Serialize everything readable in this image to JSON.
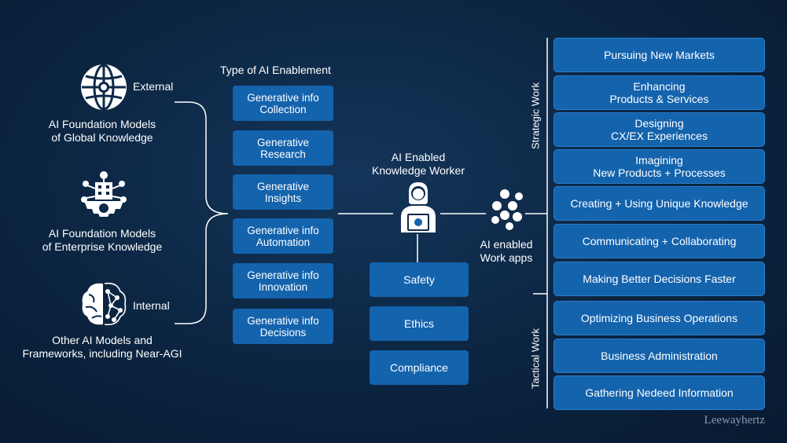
{
  "sources": [
    {
      "tag": "External",
      "label": "AI Foundation Models\nof Global Knowledge",
      "icon": "globe-icon"
    },
    {
      "tag": "",
      "label": "AI Foundation Models\nof Enterprise Knowledge",
      "icon": "enterprise-gear-icon"
    },
    {
      "tag": "Internal",
      "label": "Other AI Models and\nFrameworks, including Near-AGI",
      "icon": "brain-network-icon"
    }
  ],
  "enablement": {
    "title": "Type of AI Enablement",
    "items": [
      "Generative info\nCollection",
      "Generative\nResearch",
      "Generative\nInsights",
      "Generative info\nAutomation",
      "Generative info\nInnovation",
      "Generative info\nDecisions"
    ]
  },
  "worker": {
    "title": "AI Enabled\nKnowledge Worker",
    "icon": "knowledge-worker-icon",
    "guardrails": [
      "Safety",
      "Ethics",
      "Compliance"
    ]
  },
  "apps": {
    "label": "AI enabled\nWork apps",
    "icon": "molecules-icon"
  },
  "work": {
    "strategic_label": "Strategic Work",
    "tactical_label": "Tactical Work",
    "strategic": [
      "Pursuing New Markets",
      "Enhancing\nProducts & Services",
      "Designing\nCX/EX Experiences",
      "Imagining\nNew Products + Processes",
      "Creating + Using Unique Knowledge",
      "Communicating + Collaborating",
      "Making Better Decisions Faster"
    ],
    "tactical": [
      "Optimizing Business Operations",
      "Business Administration",
      "Gathering Nedeed Information"
    ]
  },
  "brand": "Leewayhertz",
  "colors": {
    "background": "#0b2440",
    "box": "#1463ad",
    "line": "#ffffff"
  }
}
